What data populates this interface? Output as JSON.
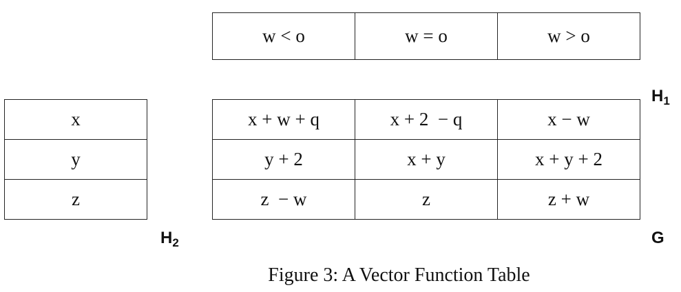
{
  "h1_table": {
    "cells": [
      "w < o",
      "w = o",
      "w > o"
    ]
  },
  "h2_table": {
    "cells": [
      "x",
      "y",
      "z"
    ]
  },
  "g_table": {
    "rows": [
      [
        "x + w + q",
        "x + 2  − q",
        "x − w"
      ],
      [
        "y + 2",
        "x + y",
        "x + y + 2"
      ],
      [
        "z  − w",
        "z",
        "z + w"
      ]
    ]
  },
  "labels": {
    "h1_main": "H",
    "h1_sub": "1",
    "h2_main": "H",
    "h2_sub": "2",
    "g": "G"
  },
  "caption": "Figure 3: A Vector Function Table"
}
